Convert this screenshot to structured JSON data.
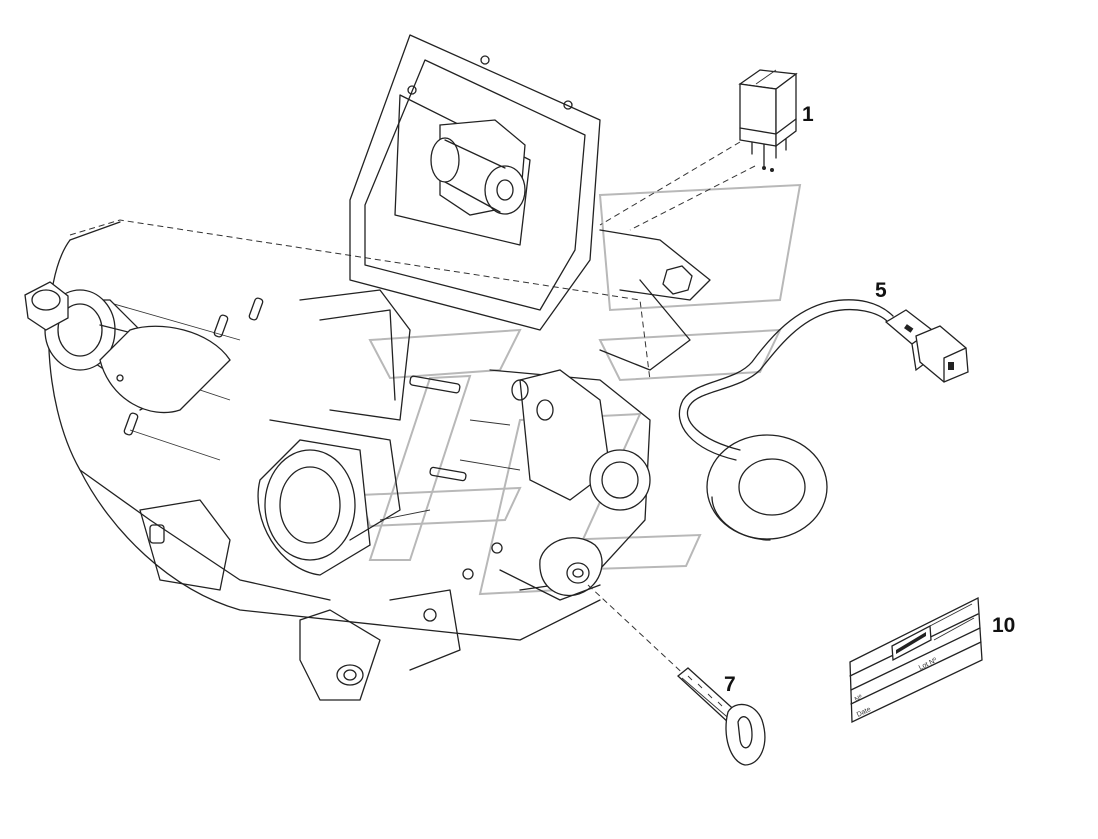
{
  "callouts": {
    "relay": "1",
    "cable": "5",
    "key": "7",
    "label": "10"
  },
  "label_plate": {
    "brand": "",
    "field_a": "Lot Nº",
    "field_b": "Nº",
    "field_c": "Date"
  },
  "colors": {
    "line": "#222222",
    "watermark": "#b8b8b8",
    "background": "#ffffff"
  }
}
